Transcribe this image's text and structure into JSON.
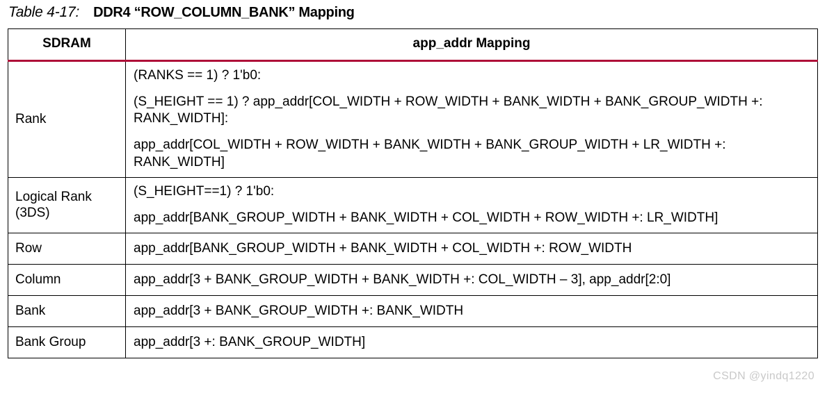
{
  "caption": {
    "label": "Table 4-17:",
    "title": "DDR4 “ROW_COLUMN_BANK” Mapping"
  },
  "table": {
    "headers": {
      "sdram": "SDRAM",
      "mapping": "app_addr Mapping"
    },
    "accent_color": "#AE0F38",
    "border_color": "#000000",
    "rows": [
      {
        "sdram": "Rank",
        "lines": [
          "(RANKS == 1) ? 1'b0:",
          "(S_HEIGHT == 1) ? app_addr[COL_WIDTH + ROW_WIDTH + BANK_WIDTH + BANK_GROUP_WIDTH +: RANK_WIDTH]:",
          "app_addr[COL_WIDTH + ROW_WIDTH + BANK_WIDTH + BANK_GROUP_WIDTH + LR_WIDTH +: RANK_WIDTH]"
        ]
      },
      {
        "sdram": "Logical Rank\n(3DS)",
        "lines": [
          "(S_HEIGHT==1) ? 1'b0:",
          "app_addr[BANK_GROUP_WIDTH + BANK_WIDTH + COL_WIDTH + ROW_WIDTH +: LR_WIDTH]"
        ]
      },
      {
        "sdram": "Row",
        "lines": [
          "app_addr[BANK_GROUP_WIDTH + BANK_WIDTH + COL_WIDTH +: ROW_WIDTH"
        ]
      },
      {
        "sdram": "Column",
        "lines": [
          "app_addr[3 + BANK_GROUP_WIDTH + BANK_WIDTH +: COL_WIDTH – 3], app_addr[2:0]"
        ]
      },
      {
        "sdram": "Bank",
        "lines": [
          "app_addr[3 + BANK_GROUP_WIDTH +: BANK_WIDTH"
        ]
      },
      {
        "sdram": "Bank Group",
        "lines": [
          "app_addr[3 +: BANK_GROUP_WIDTH]"
        ]
      }
    ]
  },
  "watermark": "CSDN @yindq1220"
}
